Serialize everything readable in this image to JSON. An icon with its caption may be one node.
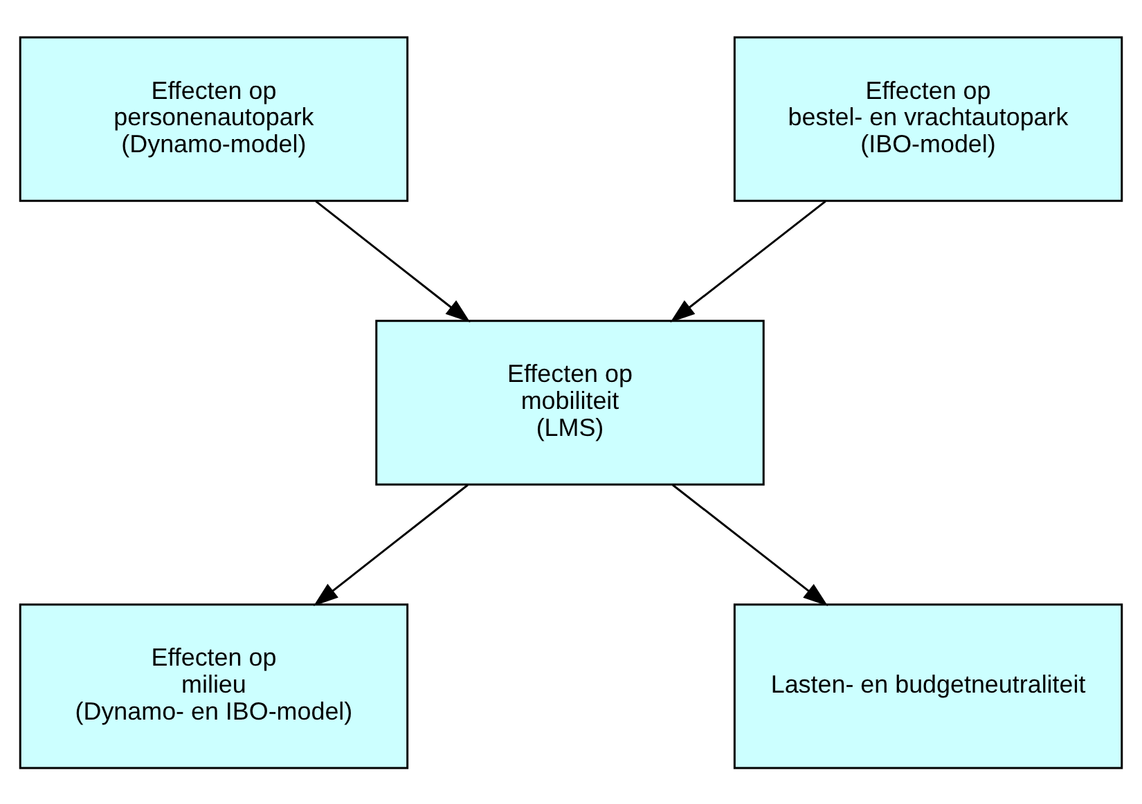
{
  "diagram": {
    "nodes": [
      {
        "text": [
          "Effecten op",
          "personenautopark",
          "(Dynamo-model)"
        ]
      },
      {
        "text": [
          "Effecten op",
          "bestel- en vrachtautopark",
          "(IBO-model)"
        ]
      },
      {
        "text": [
          "Effecten op",
          "mobiliteit",
          "(LMS)"
        ]
      },
      {
        "text": [
          "Effecten op",
          "milieu",
          "(Dynamo- en IBO-model)"
        ]
      },
      {
        "text": [
          "Lasten- en budgetneutraliteit"
        ]
      }
    ],
    "edges": [
      {
        "from": 0,
        "to": 2,
        "arrow": "to"
      },
      {
        "from": 1,
        "to": 2,
        "arrow": "to"
      },
      {
        "from": 2,
        "to": 3,
        "arrow": "to"
      },
      {
        "from": 2,
        "to": 4,
        "arrow": "to"
      }
    ]
  }
}
